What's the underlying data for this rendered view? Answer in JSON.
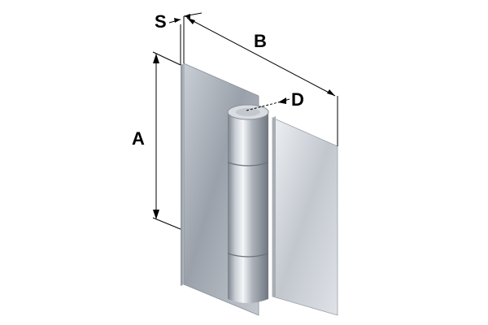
{
  "diagram": {
    "labels": {
      "thickness": "S",
      "width": "B",
      "height": "A",
      "pin_diameter": "D"
    },
    "colors": {
      "background": "#ffffff",
      "dimension_lines": "#000000",
      "metal_light": "#e9ecf0",
      "metal_mid": "#b6bcc4",
      "metal_dark": "#7d848d"
    }
  }
}
